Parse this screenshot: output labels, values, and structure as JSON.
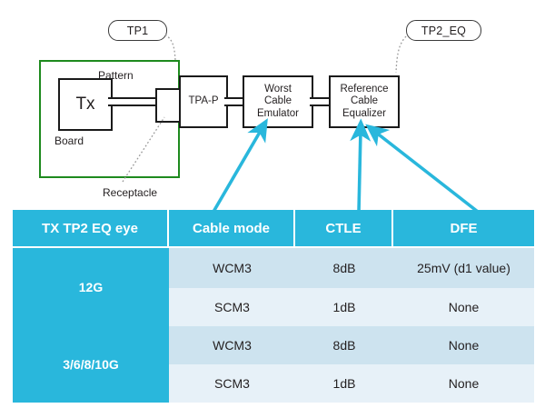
{
  "diagram": {
    "callouts": [
      {
        "id": "tp1",
        "label": "TP1"
      },
      {
        "id": "tp2_eq",
        "label": "TP2_EQ"
      }
    ],
    "board": {
      "label": "Board"
    },
    "tx_block": {
      "label": "Tx"
    },
    "pattern_label": "Pattern",
    "receptacle_label": "Receptacle",
    "blocks": [
      {
        "id": "tpa_p",
        "lines": [
          "TPA-P"
        ]
      },
      {
        "id": "worst_cable_emulator",
        "lines": [
          "Worst",
          "Cable",
          "Emulator"
        ]
      },
      {
        "id": "reference_cable_equalizer",
        "lines": [
          "Reference",
          "Cable",
          "Equalizer"
        ]
      }
    ],
    "colors": {
      "board_outline": "#1e8a1e",
      "block_outline": "#1a1a1a",
      "arrow": "#29b7dc",
      "leader_line": "#9a9a9a"
    }
  },
  "table": {
    "headers": [
      "TX TP2 EQ  eye",
      "Cable mode",
      "CTLE",
      "DFE"
    ],
    "groups": [
      {
        "label": "12G",
        "rows": [
          {
            "cable_mode": "WCM3",
            "ctle": "8dB",
            "dfe": "25mV  (d1 value)"
          },
          {
            "cable_mode": "SCM3",
            "ctle": "1dB",
            "dfe": "None"
          }
        ]
      },
      {
        "label": "3/6/8/10G",
        "rows": [
          {
            "cable_mode": "WCM3",
            "ctle": "8dB",
            "dfe": "None"
          },
          {
            "cable_mode": "SCM3",
            "ctle": "1dB",
            "dfe": "None"
          }
        ]
      }
    ],
    "colors": {
      "header_bg": "#29b7dc",
      "header_fg": "#ffffff",
      "row_shade_a": "#cde3ef",
      "row_shade_b": "#e7f1f8"
    }
  }
}
